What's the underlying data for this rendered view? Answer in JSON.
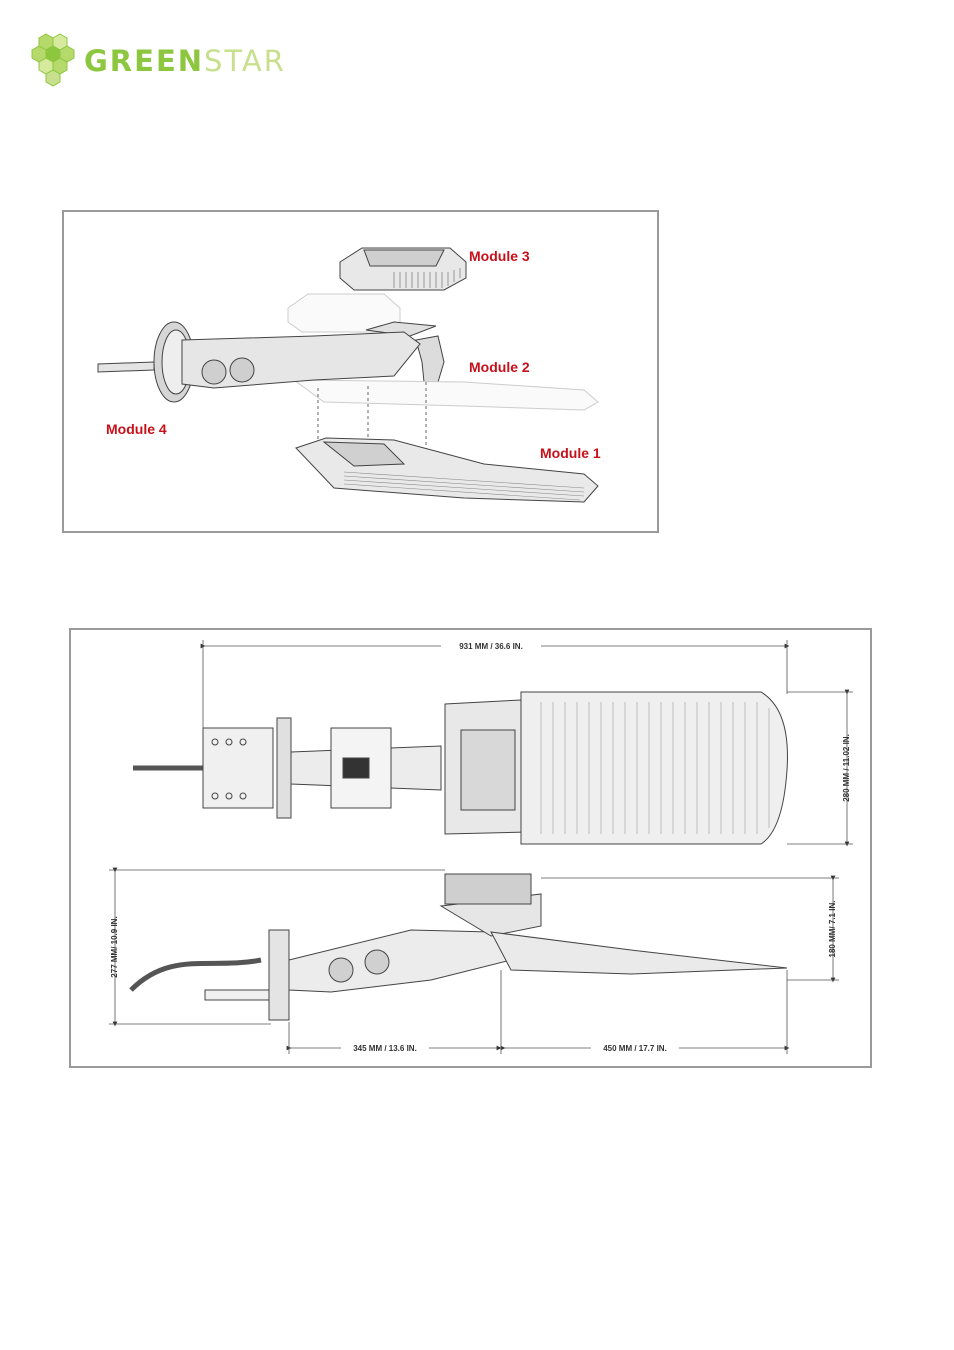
{
  "brand": {
    "part1": "GREEN",
    "part2": "STAR",
    "logo_icon": "hexagon-cluster-icon",
    "colors": {
      "primary": "#8dc63f",
      "secondary": "#c8e08e"
    }
  },
  "exploded_view": {
    "modules": [
      {
        "label": "Module 3"
      },
      {
        "label": "Module 2"
      },
      {
        "label": "Module 4"
      },
      {
        "label": "Module 1"
      }
    ],
    "label_color": "#c8101a"
  },
  "dimensions": {
    "total_length": "931 MM / 36.6 IN.",
    "width": "280 MM / 11.02 IN.",
    "height_total": "277 MM/ 10.9 IN.",
    "height_head": "180 MM/ 7.1 IN.",
    "arm_length": "345 MM / 13.6 IN.",
    "head_length": "450 MM / 17.7 IN."
  }
}
